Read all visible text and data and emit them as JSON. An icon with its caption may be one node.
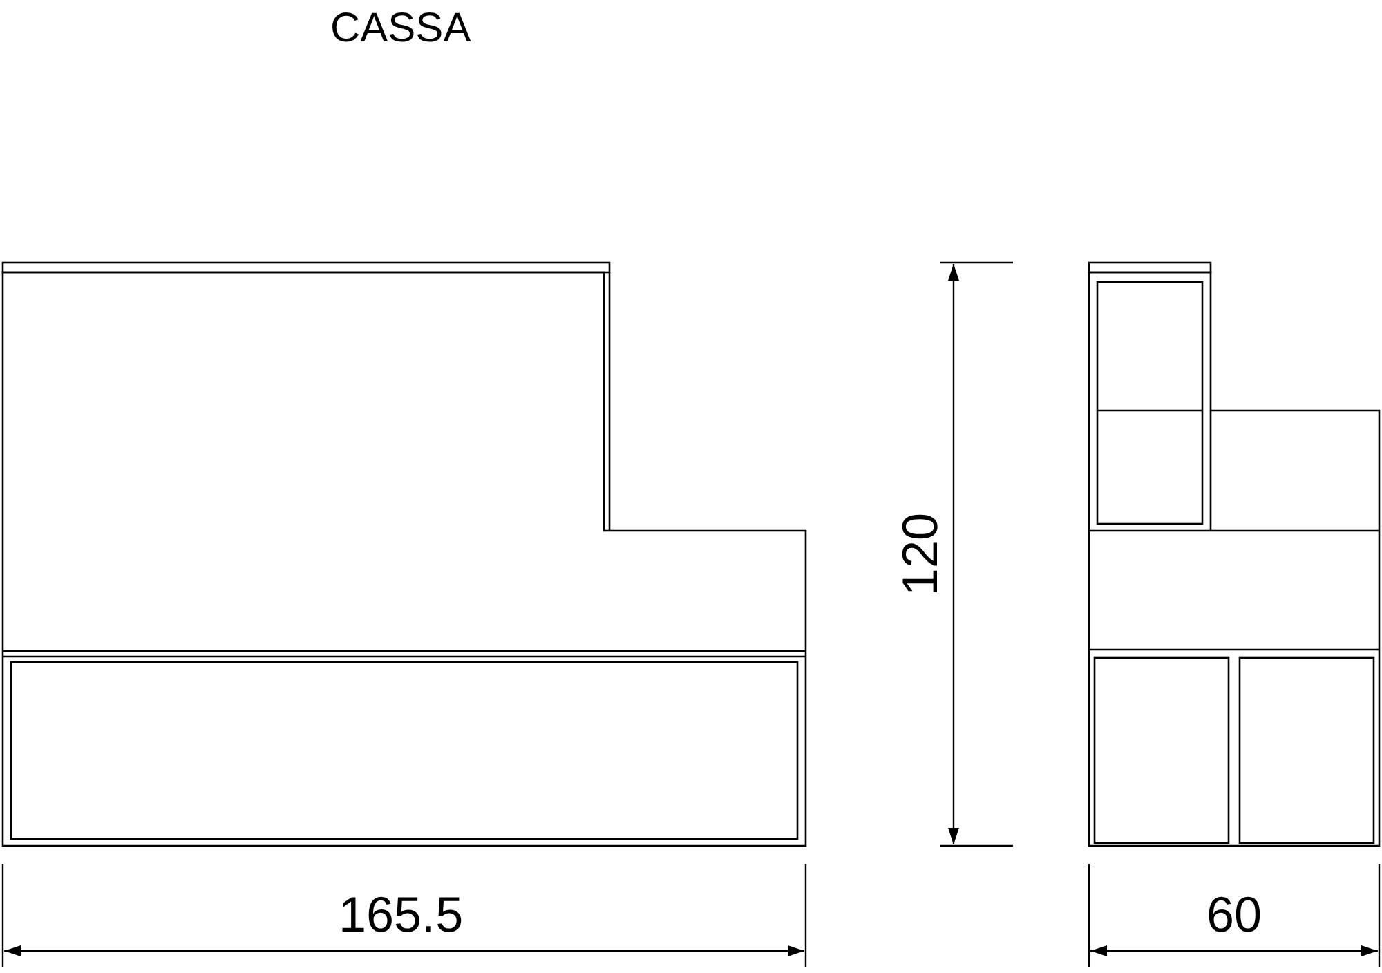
{
  "diagram": {
    "title": "CASSA",
    "labels": [
      "120",
      "165.5",
      "60"
    ]
  }
}
